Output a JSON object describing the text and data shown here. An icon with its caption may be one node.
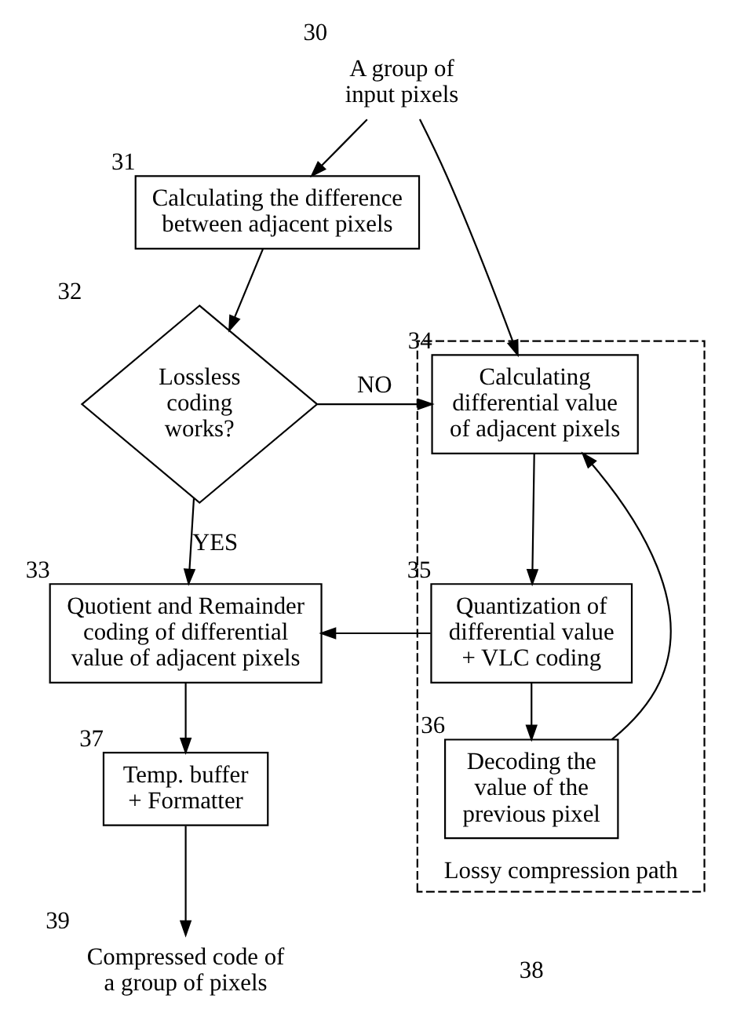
{
  "diagram": {
    "nodes": [
      {
        "text": [
          "A group of input pixels"
        ],
        "beside": [
          "30"
        ]
      },
      {
        "text": [
          "Calculating the difference between adjacent pixels"
        ],
        "beside": [
          "31"
        ]
      },
      {
        "text": [
          "Lossless coding works?"
        ],
        "beside": [
          "32"
        ]
      },
      {
        "text": [
          "Quotient and Remainder coding of differential value of adjacent pixels"
        ],
        "beside": [
          "33"
        ]
      },
      {
        "text": [
          "Lossy compression path"
        ],
        "beside": [
          "38"
        ]
      },
      {
        "text": [
          "Calculating differential value of adjacent pixels"
        ],
        "in": 4,
        "beside": [
          "34"
        ]
      },
      {
        "text": [
          "Quantization of differential value + VLC coding"
        ],
        "in": 4,
        "beside": [
          "35"
        ]
      },
      {
        "text": [
          "Decoding the value of the previous pixel"
        ],
        "in": 4,
        "beside": [
          "36"
        ]
      },
      {
        "text": [
          "Temp. buffer + Formatter"
        ],
        "beside": [
          "37"
        ]
      },
      {
        "text": [
          "Compressed code of a group of pixels"
        ],
        "beside": [
          "39"
        ]
      }
    ],
    "edges": [
      {
        "from": 0,
        "to": 1,
        "arrow": "to"
      },
      {
        "from": 0,
        "to": 5,
        "arrow": "to"
      },
      {
        "from": 1,
        "to": 2,
        "arrow": "to"
      },
      {
        "from": 2,
        "to": 5,
        "arrow": "to",
        "label": "NO"
      },
      {
        "from": 2,
        "to": 3,
        "arrow": "to",
        "label": "YES"
      },
      {
        "from": 5,
        "to": 6,
        "arrow": "to"
      },
      {
        "from": 6,
        "to": 7,
        "arrow": "to"
      },
      {
        "from": 6,
        "to": 3,
        "arrow": "to"
      },
      {
        "from": 7,
        "to": 5,
        "arrow": "to"
      },
      {
        "from": 3,
        "to": 8,
        "arrow": "to"
      },
      {
        "from": 8,
        "to": 9,
        "arrow": "to"
      }
    ]
  }
}
